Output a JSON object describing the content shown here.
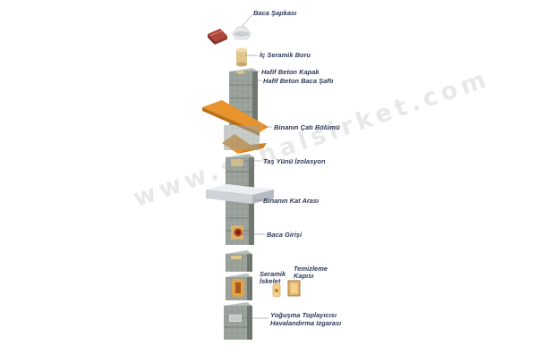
{
  "labels": {
    "cap": "Baca Şapkası",
    "inner_pipe": "İç Seramik Boru",
    "light_cover": "Hafif Beton Kapak",
    "light_shaft": "Hafif Beton Baca Şaftı",
    "roof": "Binanın Çatı Bölümü",
    "stone_wool": "Taş Yünü İzolasyon",
    "floor": "Binanın Kat Arası",
    "flue_inlet": "Baca Girişi",
    "ceramic_frame_1": "Seramik",
    "ceramic_frame_2": "İskelet",
    "clean_door_1": "Temizleme",
    "clean_door_2": "Kapısı",
    "condensate_1": "Yoğuşma Toplayıcısı",
    "condensate_2": "Havalandırma Izgarası"
  },
  "watermark": "www.sanalsirket.com",
  "colors": {
    "block": "#9aa29b",
    "block_dark": "#6f776f",
    "pipe": "#e2c58a",
    "roof": "#e8932b",
    "floor_slab": "#dfe2e6",
    "label": "#2f3a5a",
    "cap_red": "#b0473a"
  }
}
